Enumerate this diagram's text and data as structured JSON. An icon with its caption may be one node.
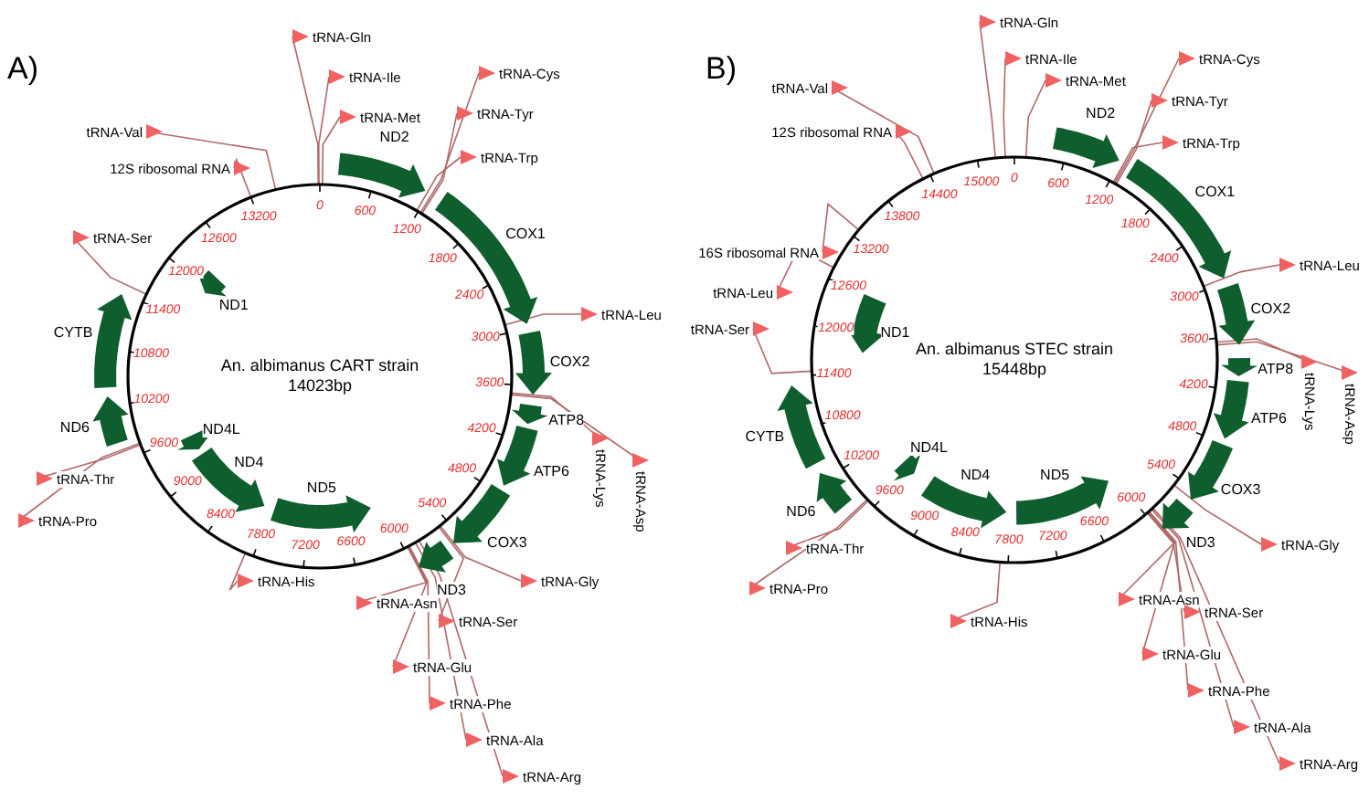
{
  "diagram": {
    "nodes": [
      {
        "text": [
          "An. albimanus CART strain",
          "14023bp"
        ]
      },
      {
        "text": [
          "tRNA-Gln"
        ]
      },
      {
        "text": [
          "tRNA-Ile"
        ]
      },
      {
        "text": [
          "tRNA-Met"
        ]
      },
      {
        "text": [
          "ND2"
        ]
      },
      {
        "text": [
          "tRNA-Cys"
        ]
      },
      {
        "text": [
          "tRNA-Tyr"
        ]
      },
      {
        "text": [
          "tRNA-Trp"
        ]
      },
      {
        "text": [
          "COX1"
        ]
      },
      {
        "text": [
          "tRNA-Leu"
        ]
      },
      {
        "text": [
          "COX2"
        ]
      },
      {
        "text": [
          "tRNA-Lys"
        ]
      },
      {
        "text": [
          "tRNA-Asp"
        ]
      },
      {
        "text": [
          "ATP8"
        ]
      },
      {
        "text": [
          "ATP6"
        ]
      },
      {
        "text": [
          "COX3"
        ]
      },
      {
        "text": [
          "ND3"
        ]
      },
      {
        "text": [
          "tRNA-Gly"
        ]
      },
      {
        "text": [
          "tRNA-Ser"
        ]
      },
      {
        "text": [
          "tRNA-Asn"
        ]
      },
      {
        "text": [
          "tRNA-Glu"
        ]
      },
      {
        "text": [
          "tRNA-Phe"
        ]
      },
      {
        "text": [
          "tRNA-Ala"
        ]
      },
      {
        "text": [
          "tRNA-Arg"
        ]
      },
      {
        "text": [
          "ND5"
        ],
        "in": 0
      },
      {
        "text": [
          "ND4"
        ],
        "in": 0
      },
      {
        "text": [
          "ND4L"
        ],
        "in": 0
      },
      {
        "text": [
          "tRNA-His"
        ]
      },
      {
        "text": [
          "ND6"
        ]
      },
      {
        "text": [
          "tRNA-Thr"
        ]
      },
      {
        "text": [
          "tRNA-Pro"
        ]
      },
      {
        "text": [
          "CYTB"
        ]
      },
      {
        "text": [
          "tRNA-Ser"
        ]
      },
      {
        "text": [
          "ND1"
        ],
        "in": 0
      },
      {
        "text": [
          "12S ribosomal RNA"
        ]
      },
      {
        "text": [
          "tRNA-Val"
        ]
      },
      {
        "text": [
          "An. albimanus STEC strain",
          "15448bp"
        ]
      },
      {
        "text": [
          "tRNA-Gln"
        ]
      },
      {
        "text": [
          "tRNA-Ile"
        ]
      },
      {
        "text": [
          "tRNA-Met"
        ]
      },
      {
        "text": [
          "ND2"
        ]
      },
      {
        "text": [
          "tRNA-Cys"
        ]
      },
      {
        "text": [
          "tRNA-Tyr"
        ]
      },
      {
        "text": [
          "tRNA-Trp"
        ]
      },
      {
        "text": [
          "COX1"
        ]
      },
      {
        "text": [
          "tRNA-Leu"
        ]
      },
      {
        "text": [
          "COX2"
        ]
      },
      {
        "text": [
          "tRNA-Lys"
        ]
      },
      {
        "text": [
          "tRNA-Asp"
        ]
      },
      {
        "text": [
          "ATP8"
        ]
      },
      {
        "text": [
          "ATP6"
        ]
      },
      {
        "text": [
          "COX3"
        ]
      },
      {
        "text": [
          "ND3"
        ]
      },
      {
        "text": [
          "tRNA-Gly"
        ]
      },
      {
        "text": [
          "tRNA-Asn"
        ]
      },
      {
        "text": [
          "tRNA-Ser"
        ]
      },
      {
        "text": [
          "tRNA-Glu"
        ]
      },
      {
        "text": [
          "tRNA-Phe"
        ]
      },
      {
        "text": [
          "tRNA-Ala"
        ]
      },
      {
        "text": [
          "tRNA-Arg"
        ]
      },
      {
        "text": [
          "ND5"
        ],
        "in": 36
      },
      {
        "text": [
          "ND4"
        ],
        "in": 36
      },
      {
        "text": [
          "ND4L"
        ],
        "in": 36
      },
      {
        "text": [
          "tRNA-His"
        ]
      },
      {
        "text": [
          "ND6"
        ]
      },
      {
        "text": [
          "tRNA-Thr"
        ]
      },
      {
        "text": [
          "tRNA-Pro"
        ]
      },
      {
        "text": [
          "CYTB"
        ]
      },
      {
        "text": [
          "tRNA-Ser"
        ]
      },
      {
        "text": [
          "ND1"
        ],
        "in": 36
      },
      {
        "text": [
          "tRNA-Leu"
        ]
      },
      {
        "text": [
          "16S ribosomal RNA"
        ]
      },
      {
        "text": [
          "12S ribosomal RNA"
        ]
      },
      {
        "text": [
          "tRNA-Val"
        ]
      }
    ],
    "edges": [
      {
        "from": 1,
        "to": 0,
        "arrow": "none"
      },
      {
        "from": 2,
        "to": 0,
        "arrow": "none"
      },
      {
        "from": 3,
        "to": 0,
        "arrow": "none"
      },
      {
        "from": 5,
        "to": 0,
        "arrow": "none"
      },
      {
        "from": 6,
        "to": 0,
        "arrow": "none"
      },
      {
        "from": 7,
        "to": 0,
        "arrow": "none"
      },
      {
        "from": 9,
        "to": 0,
        "arrow": "none"
      },
      {
        "from": 11,
        "to": 0,
        "arrow": "none"
      },
      {
        "from": 12,
        "to": 0,
        "arrow": "none"
      },
      {
        "from": 17,
        "to": 0,
        "arrow": "none"
      },
      {
        "from": 18,
        "to": 0,
        "arrow": "none"
      },
      {
        "from": 19,
        "to": 0,
        "arrow": "none"
      },
      {
        "from": 20,
        "to": 0,
        "arrow": "none"
      },
      {
        "from": 21,
        "to": 0,
        "arrow": "none"
      },
      {
        "from": 22,
        "to": 0,
        "arrow": "none"
      },
      {
        "from": 23,
        "to": 0,
        "arrow": "none"
      },
      {
        "from": 27,
        "to": 0,
        "arrow": "none"
      },
      {
        "from": 29,
        "to": 0,
        "arrow": "none"
      },
      {
        "from": 30,
        "to": 0,
        "arrow": "none"
      },
      {
        "from": 32,
        "to": 0,
        "arrow": "none"
      },
      {
        "from": 34,
        "to": 0,
        "arrow": "none"
      },
      {
        "from": 35,
        "to": 0,
        "arrow": "none"
      },
      {
        "from": 37,
        "to": 36,
        "arrow": "none"
      },
      {
        "from": 38,
        "to": 36,
        "arrow": "none"
      },
      {
        "from": 39,
        "to": 36,
        "arrow": "none"
      },
      {
        "from": 41,
        "to": 36,
        "arrow": "none"
      },
      {
        "from": 42,
        "to": 36,
        "arrow": "none"
      },
      {
        "from": 43,
        "to": 36,
        "arrow": "none"
      },
      {
        "from": 45,
        "to": 36,
        "arrow": "none"
      },
      {
        "from": 47,
        "to": 36,
        "arrow": "none"
      },
      {
        "from": 48,
        "to": 36,
        "arrow": "none"
      },
      {
        "from": 53,
        "to": 36,
        "arrow": "none"
      },
      {
        "from": 54,
        "to": 36,
        "arrow": "none"
      },
      {
        "from": 55,
        "to": 36,
        "arrow": "none"
      },
      {
        "from": 56,
        "to": 36,
        "arrow": "none"
      },
      {
        "from": 57,
        "to": 36,
        "arrow": "none"
      },
      {
        "from": 58,
        "to": 36,
        "arrow": "none"
      },
      {
        "from": 59,
        "to": 36,
        "arrow": "none"
      },
      {
        "from": 63,
        "to": 36,
        "arrow": "none"
      },
      {
        "from": 65,
        "to": 36,
        "arrow": "none"
      },
      {
        "from": 66,
        "to": 36,
        "arrow": "none"
      },
      {
        "from": 68,
        "to": 36,
        "arrow": "none"
      },
      {
        "from": 70,
        "to": 36,
        "arrow": "none"
      },
      {
        "from": 71,
        "to": 36,
        "arrow": "none"
      },
      {
        "from": 72,
        "to": 36,
        "arrow": "none"
      },
      {
        "from": 73,
        "to": 36,
        "arrow": "none"
      }
    ],
    "labels": [
      "A)",
      "0",
      "600",
      "1200",
      "1800",
      "2400",
      "3000",
      "3600",
      "4200",
      "4800",
      "5400",
      "6000",
      "6600",
      "7200",
      "7800",
      "8400",
      "9000",
      "9600",
      "10200",
      "10800",
      "11400",
      "12000",
      "12600",
      "13200",
      "B)",
      "0",
      "600",
      "1200",
      "1800",
      "2400",
      "3000",
      "3600",
      "4200",
      "4800",
      "5400",
      "6000",
      "6600",
      "7200",
      "7800",
      "8400",
      "9000",
      "9600",
      "10200",
      "10800",
      "11400",
      "12000",
      "12600",
      "13200",
      "13800",
      "14400",
      "15000"
    ]
  }
}
